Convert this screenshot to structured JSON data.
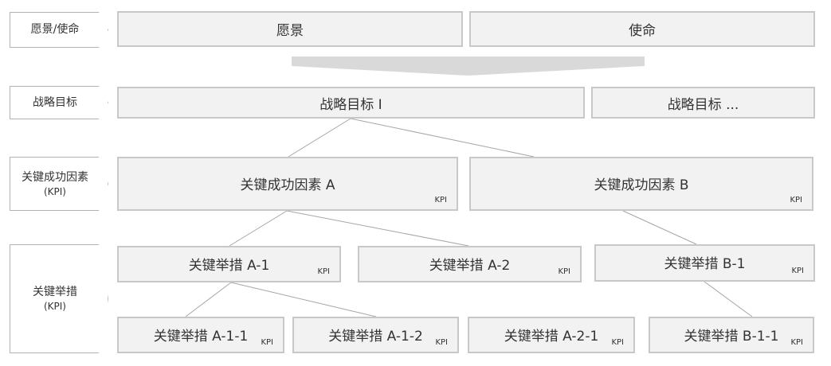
{
  "rows": {
    "vision": {
      "label": "愿景/使命"
    },
    "goals": {
      "label": "战略目标"
    },
    "csf": {
      "label": "关键成功因素",
      "sub": "(KPI)"
    },
    "actions": {
      "label": "关键举措",
      "sub": "(KPI)"
    }
  },
  "vision_boxes": [
    "愿景",
    "使命"
  ],
  "goal_boxes": [
    "战略目标 I",
    "战略目标 ..."
  ],
  "csf_boxes": [
    "关键成功因素 A",
    "关键成功因素 B"
  ],
  "action_boxes": [
    "关键举措 A-1",
    "关键举措 A-2",
    "关键举措 B-1"
  ],
  "subaction_boxes": [
    "关键举措 A-1-1",
    "关键举措 A-1-2",
    "关键举措 A-2-1",
    "关键举措 B-1-1"
  ],
  "kpi_tag": "KPI",
  "colors": {
    "box_fill": "#f2f2f2",
    "box_border": "#c8c8c8",
    "connector": "#a6a6a6",
    "arrow_band": "#d9d9d9"
  }
}
